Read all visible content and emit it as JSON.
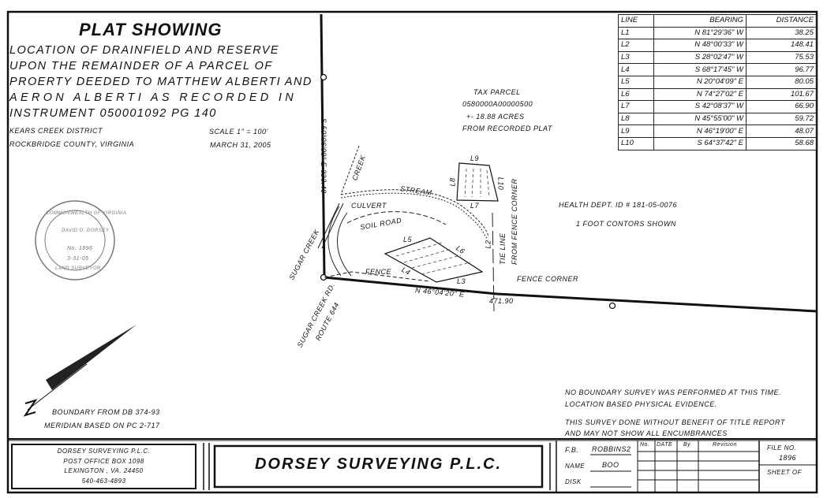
{
  "header": {
    "title": "PLAT SHOWING",
    "description_lines": [
      "LOCATION OF DRAINFIELD AND RESERVE",
      "UPON THE REMAINDER OF A PARCEL OF",
      "PROERTY DEEDED TO MATTHEW ALBERTI AND",
      "AERON ALBERTI AS RECORDED IN",
      "INSTRUMENT 050001092 PG 140"
    ],
    "district": "KEARS CREEK DISTRICT",
    "county": "ROCKBRIDGE COUNTY, VIRGINIA",
    "scale": "SCALE 1\" = 100'",
    "date": "MARCH 31, 2005"
  },
  "line_table": {
    "headers": [
      "LINE",
      "BEARING",
      "DISTANCE"
    ],
    "rows": [
      [
        "L1",
        "N 81°29'36\" W",
        "38.25"
      ],
      [
        "L2",
        "N 48°00'33\" W",
        "148.41"
      ],
      [
        "L3",
        "S 28°02'47\" W",
        "75.53"
      ],
      [
        "L4",
        "S 68°17'45\" W",
        "96.77"
      ],
      [
        "L5",
        "N 20°04'09\" E",
        "80.05"
      ],
      [
        "L6",
        "N 74°27'02\" E",
        "101.67"
      ],
      [
        "L7",
        "S 42°08'37\" W",
        "66.90"
      ],
      [
        "L8",
        "N 45°55'00\" W",
        "59.72"
      ],
      [
        "L9",
        "N 46°19'00\" E",
        "48.07"
      ],
      [
        "L10",
        "S 64°37'42\" E",
        "58.68"
      ]
    ]
  },
  "plat": {
    "tax_parcel": [
      "TAX PARCEL",
      "0580000A00000500",
      "+- 18.88 ACRES",
      "FROM RECORDED PLAT"
    ],
    "health_dept": "HEALTH DEPT. ID # 181-05-0076",
    "contours": "1 FOOT CONTORS SHOWN",
    "west_bearing": "S 50°06'09\" E  323.40",
    "south_bearing": "N 46°04'20\" E",
    "south_distance": "471.90",
    "labels": {
      "creek": "CREEK",
      "stream": "STREAM",
      "culvert": "CULVERT",
      "soil_road": "SOIL  ROAD",
      "fence": "FENCE",
      "fence_corner": "FENCE CORNER",
      "tie_line": "TIE LINE",
      "tie_line_2": "FROM FENCE CORNER",
      "sugar_creek": "SUGAR CREEK",
      "road": "SUGAR CREEK RD.",
      "route": "ROUTE 644",
      "l2": "L2",
      "l3": "L3",
      "l4": "L4",
      "l5": "L5",
      "l6": "L6",
      "l7": "L7",
      "l8": "L8",
      "l9": "L9",
      "l10": "L10"
    }
  },
  "seal": {
    "text": "COMMONWEALTH OF VIRGINIA",
    "name": "DAVID O. DORSEY",
    "number": "No. 1896",
    "date": "3-31-05",
    "role": "LAND SURVEYOR"
  },
  "notes": {
    "boundary": "BOUNDARY FROM DB 374-93",
    "meridian": "MERIDIAN BASED ON PC 2-717",
    "survey_note_1": "NO BOUNDARY SURVEY WAS PERFORMED AT THIS TIME.",
    "survey_note_2": "LOCATION BASED PHYSICAL EVIDENCE.",
    "title_note_1": "THIS SURVEY DONE WITHOUT BENEFIT OF TITLE REPORT",
    "title_note_2": "AND MAY NOT SHOW ALL ENCUMBRANCES"
  },
  "title_block": {
    "address": [
      "DORSEY SURVEYING P.L.C.",
      "POST OFFICE BOX 1098",
      "LEXINGTON , VA. 24450",
      "540-463-4893"
    ],
    "company": "DORSEY SURVEYING P.L.C.",
    "fb_label": "F.B.",
    "fb_value": "ROBBINS2",
    "name_label": "NAME",
    "name_value": "BOO",
    "disk_label": "DISK",
    "rev_headers": [
      "No.",
      "DATE",
      "By",
      "Revision"
    ],
    "file_label": "FILE NO.",
    "file_value": "1896",
    "sheet_label": "SHEET OF"
  }
}
